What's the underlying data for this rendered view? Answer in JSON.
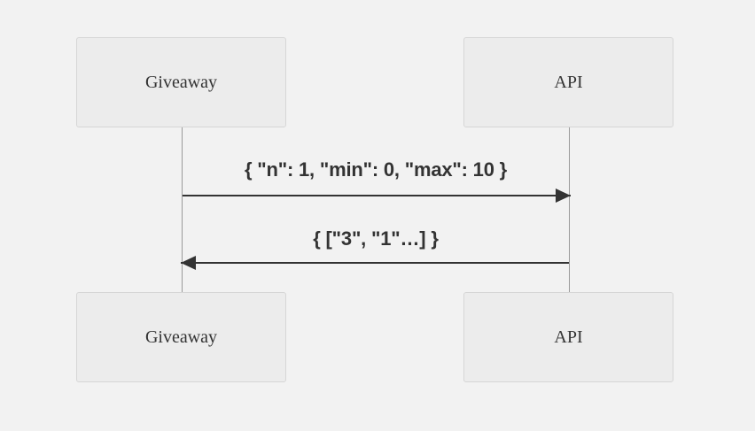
{
  "diagram": {
    "type": "sequence",
    "participants": [
      {
        "id": "giveaway",
        "label": "Giveaway"
      },
      {
        "id": "api",
        "label": "API"
      }
    ],
    "messages": [
      {
        "from": "giveaway",
        "to": "api",
        "label": "{ \"n\": 1, \"min\": 0, \"max\": 10 }"
      },
      {
        "from": "api",
        "to": "giveaway",
        "label": "{ [\"3\", \"1\"…] }"
      }
    ]
  },
  "colors": {
    "background": "#f2f2f2",
    "actor_fill": "#ececec",
    "actor_border": "#d6d6d6",
    "lifeline": "#999999",
    "arrow": "#333333",
    "text": "#333333"
  }
}
